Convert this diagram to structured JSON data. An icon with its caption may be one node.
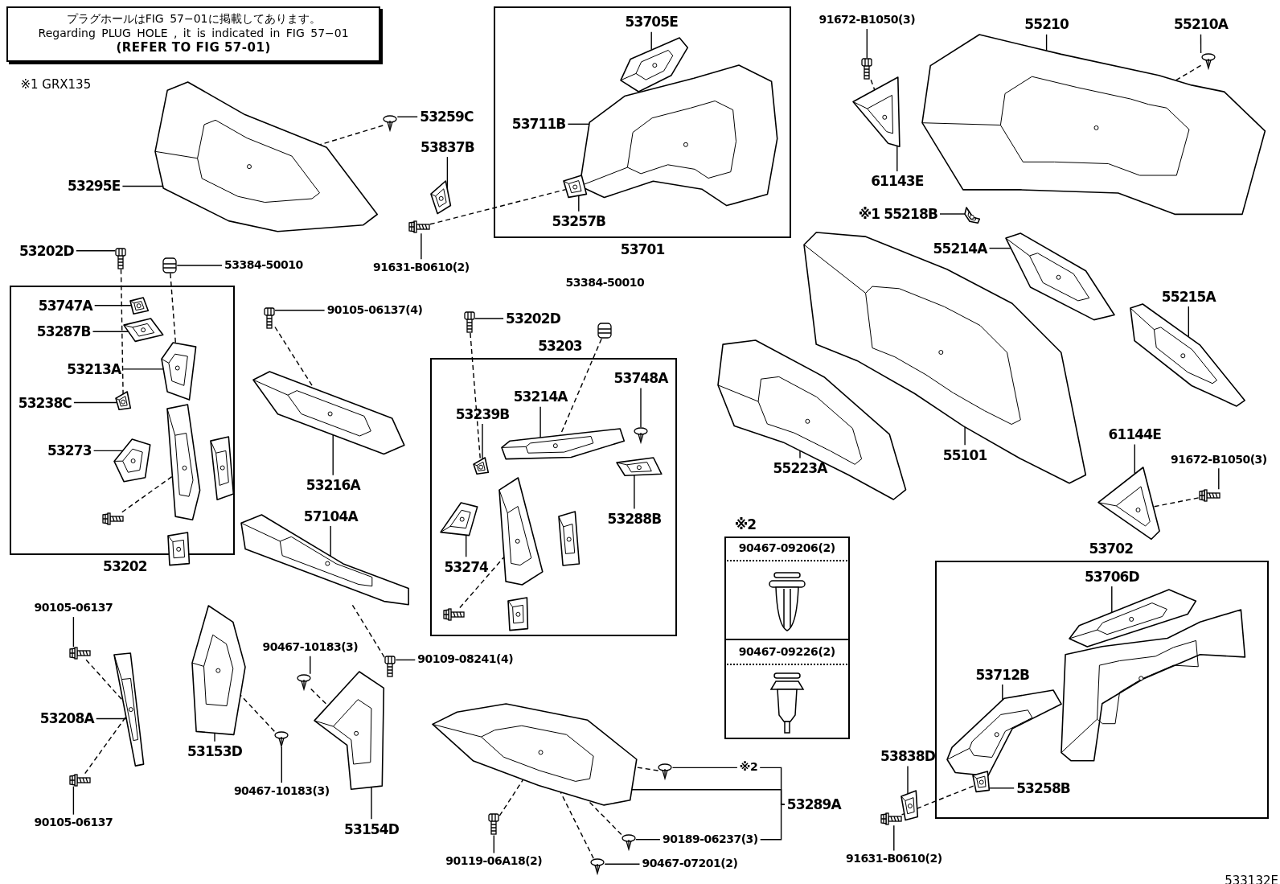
{
  "diagram": {
    "nodes": [
      {
        "text": [
          "プラグホールはFIG 57−01に掲載してあります。",
          "Regarding PLUG HOLE , it is indicated in FIG 57−01",
          "(REFER TO FIG 57-01)"
        ]
      },
      {
        "text": [
          "53202"
        ]
      },
      {
        "text": [
          "53701"
        ]
      },
      {
        "text": [
          "53203"
        ]
      },
      {
        "text": [
          "※2"
        ]
      },
      {
        "text": [
          "90467-09206(2)"
        ],
        "in": 4
      },
      {
        "text": [
          "90467-09226(2)"
        ],
        "in": 4
      },
      {
        "text": [
          "53702"
        ]
      },
      {
        "text": [
          "53295E"
        ]
      },
      {
        "text": [
          "53259C"
        ]
      },
      {
        "text": [
          "53837B"
        ]
      },
      {
        "text": [
          "91631-B0610(2)"
        ]
      },
      {
        "text": [
          "53202D"
        ]
      },
      {
        "text": [
          "53384-50010"
        ]
      },
      {
        "text": [
          "53747A"
        ],
        "in": 1
      },
      {
        "text": [
          "53287B"
        ],
        "in": 1
      },
      {
        "text": [
          "53213A"
        ],
        "in": 1
      },
      {
        "text": [
          "53238C"
        ],
        "in": 1
      },
      {
        "text": [
          "53273"
        ],
        "in": 1
      },
      {
        "text": [
          "53705E"
        ],
        "in": 2
      },
      {
        "text": [
          "53711B"
        ],
        "in": 2
      },
      {
        "text": [
          "53257B"
        ],
        "in": 2
      },
      {
        "text": [
          "91672-B1050(3)"
        ]
      },
      {
        "text": [
          "55210"
        ]
      },
      {
        "text": [
          "55210A"
        ]
      },
      {
        "text": [
          "61143E"
        ]
      },
      {
        "text": [
          "※1 55218B"
        ]
      },
      {
        "text": [
          "55214A"
        ]
      },
      {
        "text": [
          "55215A"
        ]
      },
      {
        "text": [
          "90105-06137(4)"
        ]
      },
      {
        "text": [
          "53202D"
        ]
      },
      {
        "text": [
          "53384-50010"
        ]
      },
      {
        "text": [
          "53216A"
        ]
      },
      {
        "text": [
          "57104A"
        ]
      },
      {
        "text": [
          "53239B"
        ],
        "in": 3
      },
      {
        "text": [
          "53214A"
        ],
        "in": 3
      },
      {
        "text": [
          "53748A"
        ],
        "in": 3
      },
      {
        "text": [
          "53288B"
        ],
        "in": 3
      },
      {
        "text": [
          "53274"
        ],
        "in": 3
      },
      {
        "text": [
          "55223A"
        ]
      },
      {
        "text": [
          "55101"
        ]
      },
      {
        "text": [
          "61144E"
        ]
      },
      {
        "text": [
          "91672-B1050(3)"
        ]
      },
      {
        "text": [
          "53706D"
        ],
        "in": 7
      },
      {
        "text": [
          "53712B"
        ],
        "in": 7
      },
      {
        "text": [
          "53258B"
        ],
        "in": 7
      },
      {
        "text": [
          "90105-06137"
        ]
      },
      {
        "text": [
          "53208A"
        ]
      },
      {
        "text": [
          "90105-06137"
        ]
      },
      {
        "text": [
          "53153D"
        ]
      },
      {
        "text": [
          "90467-10183(3)"
        ]
      },
      {
        "text": [
          "90467-10183(3)"
        ]
      },
      {
        "text": [
          "53154D"
        ]
      },
      {
        "text": [
          "90109-08241(4)"
        ]
      },
      {
        "text": [
          "※2"
        ]
      },
      {
        "text": [
          "53289A"
        ]
      },
      {
        "text": [
          "90189-06237(3)"
        ]
      },
      {
        "text": [
          "90119-06A18(2)"
        ]
      },
      {
        "text": [
          "90467-07201(2)"
        ]
      },
      {
        "text": [
          "53838D"
        ]
      },
      {
        "text": [
          "91631-B0610(2)"
        ]
      },
      {
        "text": [],
        "shape": "picture"
      },
      {
        "text": [],
        "shape": "picture"
      },
      {
        "text": [],
        "shape": "picture"
      },
      {
        "text": [],
        "shape": "picture"
      },
      {
        "text": [],
        "shape": "picture"
      },
      {
        "text": [],
        "shape": "picture"
      },
      {
        "text": [],
        "shape": "picture",
        "in": 1
      },
      {
        "text": [],
        "shape": "picture",
        "in": 1
      },
      {
        "text": [],
        "shape": "picture",
        "in": 1
      },
      {
        "text": [],
        "shape": "picture",
        "in": 1
      },
      {
        "text": [],
        "shape": "picture",
        "in": 1
      },
      {
        "text": [],
        "shape": "picture",
        "in": 1
      },
      {
        "text": [],
        "shape": "picture",
        "in": 1
      },
      {
        "text": [],
        "shape": "picture",
        "in": 1
      },
      {
        "text": [],
        "shape": "picture",
        "in": 1
      },
      {
        "text": [],
        "shape": "picture",
        "in": 2
      },
      {
        "text": [],
        "shape": "picture",
        "in": 2
      },
      {
        "text": [],
        "shape": "picture",
        "in": 2
      },
      {
        "text": [],
        "shape": "picture"
      },
      {
        "text": [],
        "shape": "picture"
      },
      {
        "text": [],
        "shape": "picture"
      },
      {
        "text": [],
        "shape": "picture"
      },
      {
        "text": [],
        "shape": "picture"
      },
      {
        "text": [],
        "shape": "picture"
      },
      {
        "text": [],
        "shape": "picture"
      },
      {
        "text": [],
        "shape": "picture"
      },
      {
        "text": [],
        "shape": "picture"
      },
      {
        "text": [],
        "shape": "picture"
      },
      {
        "text": [],
        "shape": "picture"
      },
      {
        "text": [],
        "shape": "picture"
      },
      {
        "text": [],
        "shape": "picture",
        "in": 3
      },
      {
        "text": [],
        "shape": "picture",
        "in": 3
      },
      {
        "text": [],
        "shape": "picture",
        "in": 3
      },
      {
        "text": [],
        "shape": "picture",
        "in": 3
      },
      {
        "text": [],
        "shape": "picture",
        "in": 3
      },
      {
        "text": [],
        "shape": "picture",
        "in": 3
      },
      {
        "text": [],
        "shape": "picture",
        "in": 3
      },
      {
        "text": [],
        "shape": "picture",
        "in": 3
      },
      {
        "text": [],
        "shape": "picture",
        "in": 3
      },
      {
        "text": [],
        "shape": "picture"
      },
      {
        "text": [],
        "shape": "picture"
      },
      {
        "text": [],
        "shape": "picture"
      },
      {
        "text": [],
        "shape": "picture"
      },
      {
        "text": [],
        "shape": "picture",
        "in": 7
      },
      {
        "text": [],
        "shape": "picture",
        "in": 7
      },
      {
        "text": [],
        "shape": "picture",
        "in": 7
      },
      {
        "text": [],
        "shape": "picture",
        "in": 7
      },
      {
        "text": [],
        "shape": "picture"
      },
      {
        "text": [],
        "shape": "picture"
      },
      {
        "text": [],
        "shape": "picture"
      },
      {
        "text": [],
        "shape": "picture"
      },
      {
        "text": [],
        "shape": "picture"
      },
      {
        "text": [],
        "shape": "picture"
      },
      {
        "text": [],
        "shape": "picture"
      },
      {
        "text": [],
        "shape": "picture"
      },
      {
        "text": [],
        "shape": "picture"
      },
      {
        "text": [],
        "shape": "picture"
      },
      {
        "text": [],
        "shape": "picture"
      },
      {
        "text": [],
        "shape": "picture"
      },
      {
        "text": [],
        "shape": "picture"
      },
      {
        "text": [],
        "shape": "picture"
      },
      {
        "text": [],
        "shape": "picture"
      }
    ],
    "edges": [
      {
        "from": 8,
        "to": 61,
        "arrow": "none"
      },
      {
        "from": 9,
        "to": 62,
        "arrow": "none"
      },
      {
        "from": 10,
        "to": 63,
        "arrow": "none"
      },
      {
        "from": 11,
        "to": 64,
        "arrow": "none"
      },
      {
        "from": 12,
        "to": 65,
        "arrow": "none"
      },
      {
        "from": 13,
        "to": 66,
        "arrow": "none"
      },
      {
        "from": 14,
        "to": 67,
        "arrow": "none"
      },
      {
        "from": 15,
        "to": 68,
        "arrow": "none"
      },
      {
        "from": 16,
        "to": 69,
        "arrow": "none"
      },
      {
        "from": 17,
        "to": 70,
        "arrow": "none"
      },
      {
        "from": 18,
        "to": 71,
        "arrow": "none"
      },
      {
        "from": 19,
        "to": 76,
        "arrow": "none"
      },
      {
        "from": 20,
        "to": 77,
        "arrow": "none"
      },
      {
        "from": 21,
        "to": 78,
        "arrow": "none"
      },
      {
        "from": 22,
        "to": 79,
        "arrow": "none"
      },
      {
        "from": 23,
        "to": 80,
        "arrow": "none"
      },
      {
        "from": 24,
        "to": 81,
        "arrow": "none"
      },
      {
        "from": 25,
        "to": 82,
        "arrow": "none"
      },
      {
        "from": 26,
        "to": 83,
        "arrow": "none"
      },
      {
        "from": 27,
        "to": 84,
        "arrow": "none"
      },
      {
        "from": 28,
        "to": 85,
        "arrow": "none"
      },
      {
        "from": 29,
        "to": 86,
        "arrow": "none"
      },
      {
        "from": 30,
        "to": 87,
        "arrow": "none"
      },
      {
        "from": 32,
        "to": 89,
        "arrow": "none"
      },
      {
        "from": 33,
        "to": 90,
        "arrow": "none"
      },
      {
        "from": 34,
        "to": 91,
        "arrow": "none"
      },
      {
        "from": 35,
        "to": 92,
        "arrow": "none"
      },
      {
        "from": 36,
        "to": 93,
        "arrow": "none"
      },
      {
        "from": 37,
        "to": 94,
        "arrow": "none"
      },
      {
        "from": 38,
        "to": 95,
        "arrow": "none"
      },
      {
        "from": 39,
        "to": 100,
        "arrow": "none"
      },
      {
        "from": 40,
        "to": 101,
        "arrow": "none"
      },
      {
        "from": 41,
        "to": 102,
        "arrow": "none"
      },
      {
        "from": 42,
        "to": 103,
        "arrow": "none"
      },
      {
        "from": 43,
        "to": 104,
        "arrow": "none"
      },
      {
        "from": 44,
        "to": 105,
        "arrow": "none"
      },
      {
        "from": 45,
        "to": 107,
        "arrow": "none"
      },
      {
        "from": 46,
        "to": 108,
        "arrow": "none"
      },
      {
        "from": 47,
        "to": 109,
        "arrow": "none"
      },
      {
        "from": 48,
        "to": 110,
        "arrow": "none"
      },
      {
        "from": 49,
        "to": 111,
        "arrow": "none"
      },
      {
        "from": 50,
        "to": 112,
        "arrow": "none"
      },
      {
        "from": 51,
        "to": 113,
        "arrow": "none"
      },
      {
        "from": 52,
        "to": 114,
        "arrow": "none"
      },
      {
        "from": 53,
        "to": 115,
        "arrow": "none"
      },
      {
        "from": 54,
        "to": 116,
        "arrow": "none"
      },
      {
        "from": 55,
        "to": 117,
        "arrow": "none"
      },
      {
        "from": 55,
        "to": 54,
        "arrow": "none"
      },
      {
        "from": 55,
        "to": 56,
        "arrow": "none"
      },
      {
        "from": 56,
        "to": 118,
        "arrow": "none"
      },
      {
        "from": 57,
        "to": 119,
        "arrow": "none"
      },
      {
        "from": 58,
        "to": 120,
        "arrow": "none"
      },
      {
        "from": 59,
        "to": 121,
        "arrow": "none"
      },
      {
        "from": 60,
        "to": 122,
        "arrow": "none"
      },
      {
        "from": 62,
        "to": 61,
        "arrow": "none",
        "style": "dashed"
      },
      {
        "from": 64,
        "to": 78,
        "arrow": "none",
        "style": "dashed"
      },
      {
        "from": 65,
        "to": 70,
        "arrow": "none",
        "style": "dashed"
      },
      {
        "from": 66,
        "to": 69,
        "arrow": "none",
        "style": "dashed"
      },
      {
        "from": 74,
        "to": 72,
        "arrow": "none",
        "style": "dashed"
      },
      {
        "from": 79,
        "to": 82,
        "arrow": "none",
        "style": "dashed"
      },
      {
        "from": 81,
        "to": 80,
        "arrow": "none",
        "style": "dashed"
      },
      {
        "from": 86,
        "to": 89,
        "arrow": "none",
        "style": "dashed"
      },
      {
        "from": 87,
        "to": 91,
        "arrow": "none",
        "style": "dashed"
      },
      {
        "from": 88,
        "to": 92,
        "arrow": "none",
        "style": "dashed"
      },
      {
        "from": 98,
        "to": 96,
        "arrow": "none",
        "style": "dashed"
      },
      {
        "from": 103,
        "to": 102,
        "arrow": "none",
        "style": "dashed"
      },
      {
        "from": 90,
        "to": 115,
        "arrow": "none",
        "style": "dashed"
      },
      {
        "from": 108,
        "to": 109,
        "arrow": "none",
        "style": "dashed"
      },
      {
        "from": 110,
        "to": 109,
        "arrow": "none",
        "style": "dashed"
      },
      {
        "from": 112,
        "to": 114,
        "arrow": "none",
        "style": "dashed"
      },
      {
        "from": 113,
        "to": 111,
        "arrow": "none",
        "style": "dashed"
      },
      {
        "from": 116,
        "to": 117,
        "arrow": "none",
        "style": "dashed"
      },
      {
        "from": 118,
        "to": 117,
        "arrow": "none",
        "style": "dashed"
      },
      {
        "from": 119,
        "to": 117,
        "arrow": "none",
        "style": "dashed"
      },
      {
        "from": 120,
        "to": 117,
        "arrow": "none",
        "style": "dashed"
      },
      {
        "from": 122,
        "to": 107,
        "arrow": "none",
        "style": "dashed"
      }
    ],
    "labels": [
      "※1 GRX135",
      "533132E"
    ]
  }
}
